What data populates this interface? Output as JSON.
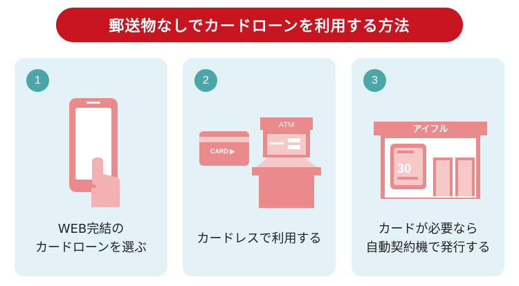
{
  "header": {
    "title": "郵送物なしでカードローンを利用する方法"
  },
  "colors": {
    "title_bg": "#c8141e",
    "card_bg": "#e2f2f6",
    "badge_bg": "#4aa6a8",
    "illustration_pink": "#ea8a8c",
    "illustration_light": "#f6c8c8"
  },
  "steps": [
    {
      "number": "1",
      "caption_line1": "WEB完結の",
      "caption_line2": "カードローンを選ぶ",
      "icon": "smartphone-icon"
    },
    {
      "number": "2",
      "caption_line1": "カードレスで利用する",
      "icon": "atm-icon",
      "card_label": "CARD ▶",
      "atm_label": "ATM"
    },
    {
      "number": "3",
      "caption_line1": "カードが必要なら",
      "caption_line2": "自動契約機で発行する",
      "icon": "store-icon",
      "store_sign": "アイフル",
      "machine_label": "30"
    }
  ]
}
